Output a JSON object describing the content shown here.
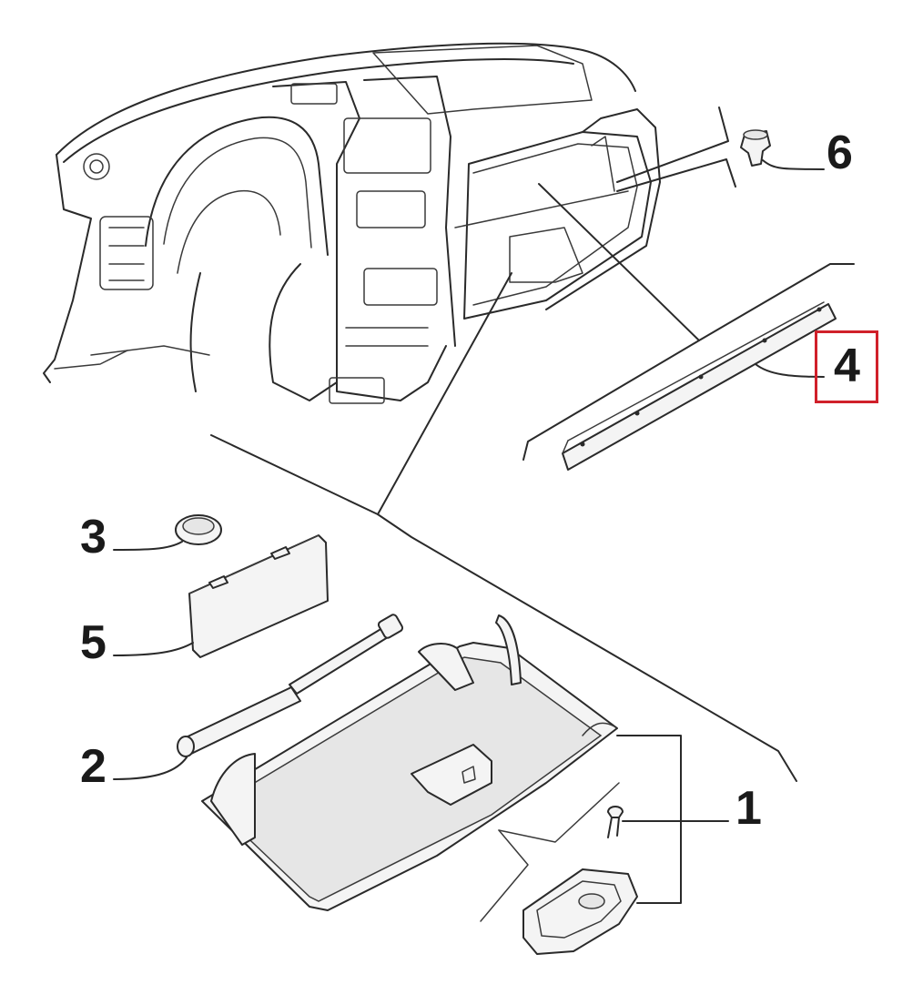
{
  "callouts": [
    {
      "id": "1",
      "label": "1"
    },
    {
      "id": "2",
      "label": "2"
    },
    {
      "id": "3",
      "label": "3"
    },
    {
      "id": "4",
      "label": "4"
    },
    {
      "id": "5",
      "label": "5"
    },
    {
      "id": "6",
      "label": "6"
    }
  ],
  "highlighted_callout": "4",
  "colors": {
    "line": "#2a2a2a",
    "highlight": "#d0202a",
    "background": "#ffffff"
  }
}
